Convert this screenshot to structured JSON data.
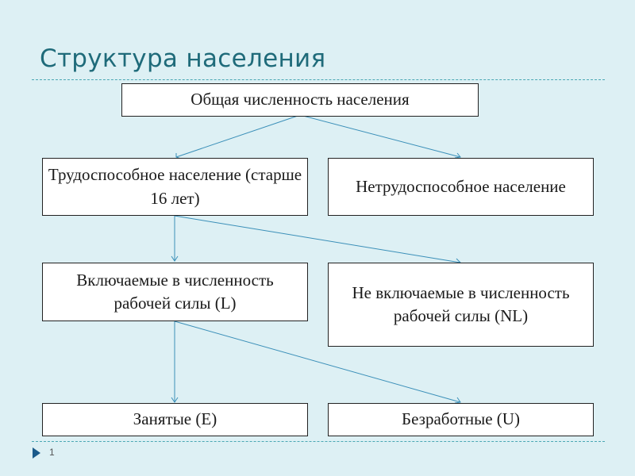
{
  "slide": {
    "title": "Структура населения",
    "number": "1"
  },
  "nodes": {
    "total": "Общая численность населения",
    "able": "Трудоспособное население (старше 16 лет)",
    "unable": "Нетрудоспособное население",
    "in_labor": "Включаемые в численность рабочей силы (L)",
    "not_labor": "Не включаемые в численность рабочей силы (NL)",
    "employed": "Занятые (E)",
    "unemployed": "Безработные (U)"
  },
  "colors": {
    "background": "#ddf0f4",
    "title": "#1f6b7a",
    "arrow": "#3a8fb8",
    "rule": "#4aa8b4"
  }
}
